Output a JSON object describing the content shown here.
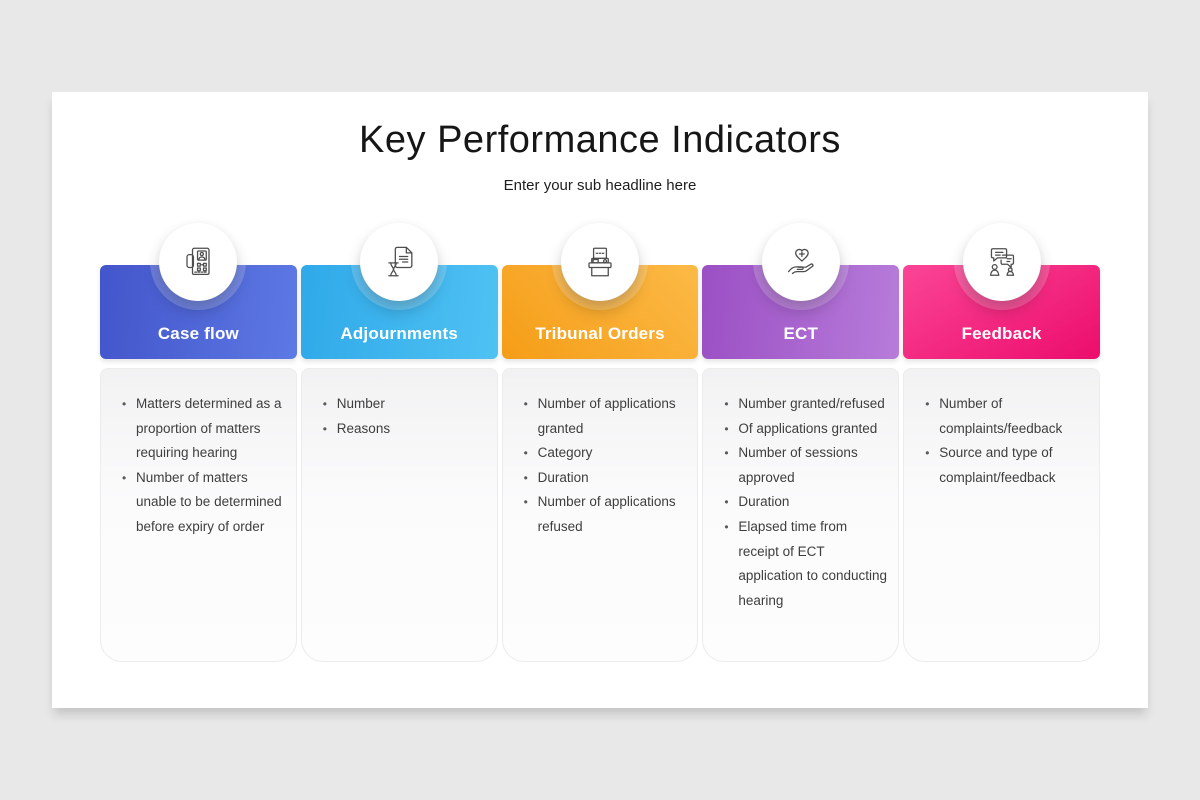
{
  "slide": {
    "title": "Key Performance Indicators",
    "subtitle": "Enter your sub headline here"
  },
  "cards": [
    {
      "title": "Case flow",
      "icon": "case-file-icon",
      "gradient": {
        "angle": "95deg",
        "from": "#4355cb",
        "to": "#5d79e4"
      },
      "bullets": [
        "Matters determined as a proportion of matters requiring hearing",
        "Number of matters unable to be determined before expiry of order"
      ]
    },
    {
      "title": "Adjournments",
      "icon": "hourglass-document-icon",
      "gradient": {
        "angle": "95deg",
        "from": "#2fa9e9",
        "to": "#4fc2f3"
      },
      "bullets": [
        "Number",
        "Reasons"
      ]
    },
    {
      "title": "Tribunal Orders",
      "icon": "tribunal-bench-icon",
      "gradient": {
        "angle": "45deg",
        "from": "#f59d17",
        "to": "#fcba47"
      },
      "bullets": [
        "Number of applications granted",
        "Category",
        "Duration",
        "Number of applications refused"
      ]
    },
    {
      "title": "ECT",
      "icon": "hand-heart-icon",
      "gradient": {
        "angle": "95deg",
        "from": "#9b4fc4",
        "to": "#b77cda"
      },
      "bullets": [
        "Number granted/refused",
        "Of applications granted",
        "Number of sessions approved",
        "Duration",
        "Elapsed time from receipt of ECT application to conducting hearing"
      ]
    },
    {
      "title": "Feedback",
      "icon": "feedback-chat-icon",
      "gradient": {
        "angle": "150deg",
        "from": "#fb4596",
        "to": "#ec0d6c"
      },
      "bullets": [
        "Number of complaints/feedback",
        "Source and type of complaint/feedback"
      ]
    }
  ]
}
